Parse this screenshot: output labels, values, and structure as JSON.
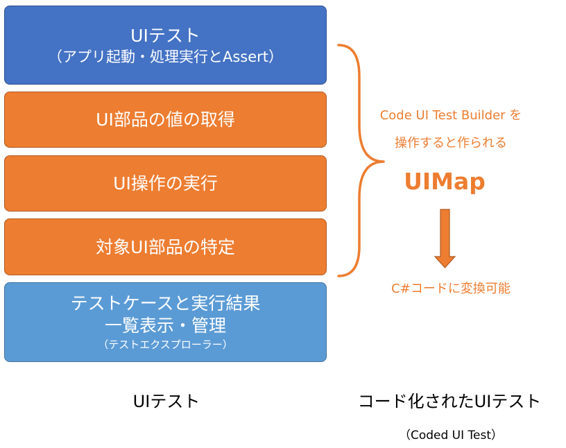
{
  "stack": {
    "ui_test": {
      "title": "UIテスト",
      "subtitle": "（アプリ起動・処理実行とAssert）"
    },
    "get_value": {
      "label": "UI部品の値の取得"
    },
    "execute": {
      "label": "UI操作の実行"
    },
    "identify": {
      "label": "対象UI部品の特定"
    },
    "explorer": {
      "line1": "テストケースと実行結果",
      "line2": "一覧表示・管理",
      "note": "（テストエクスプローラー）"
    }
  },
  "uimap": {
    "note_line1": "Code UI Test Builder を",
    "note_line2": "操作すると作られる",
    "name": "UIMap",
    "convert": "C#コードに変換可能"
  },
  "captions": {
    "left": "UIテスト",
    "right": "コード化されたUIテスト",
    "right_sub": "（Coded UI Test）"
  },
  "colors": {
    "blue_dark": "#4472c4",
    "orange": "#ed7d31",
    "blue_light": "#5b9bd5"
  }
}
